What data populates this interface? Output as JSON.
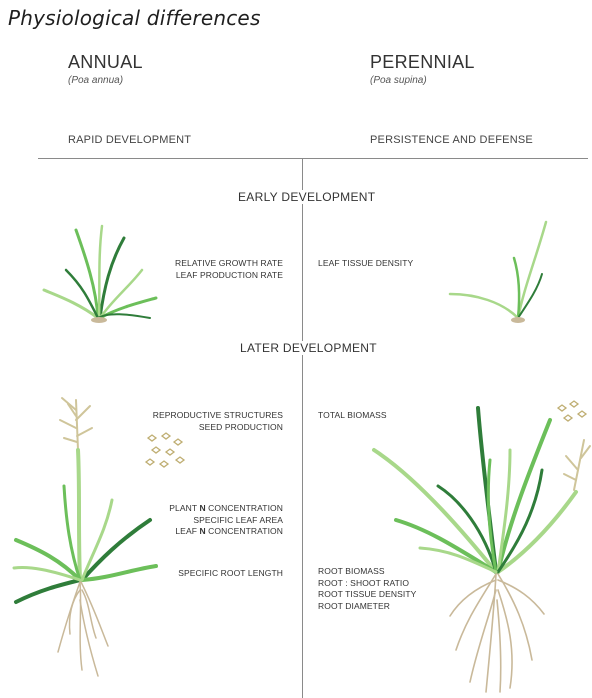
{
  "title": "Physiological differences",
  "annual": {
    "heading": "ANNUAL",
    "species": "(Poa annua)",
    "theme": "RAPID DEVELOPMENT"
  },
  "perennial": {
    "heading": "PERENNIAL",
    "species": "(Poa supina)",
    "theme": "PERSISTENCE AND DEFENSE"
  },
  "stages": {
    "early": "EARLY DEVELOPMENT",
    "later": "LATER DEVELOPMENT"
  },
  "early_traits": {
    "annual": [
      "RELATIVE GROWTH RATE",
      "LEAF PRODUCTION RATE"
    ],
    "perennial": [
      "LEAF TISSUE DENSITY"
    ]
  },
  "later_traits": {
    "annual_group1": [
      "REPRODUCTIVE STRUCTURES",
      "SEED PRODUCTION"
    ],
    "annual_group2": [
      {
        "pre": "PLANT ",
        "bold": "N",
        "post": " CONCENTRATION"
      },
      {
        "pre": "SPECIFIC LEAF AREA",
        "bold": "",
        "post": ""
      },
      {
        "pre": "LEAF ",
        "bold": "N",
        "post": " CONCENTRATION"
      }
    ],
    "annual_group3": [
      "SPECIFIC ROOT LENGTH"
    ],
    "perennial_group1": [
      "TOTAL BIOMASS"
    ],
    "perennial_group2": [
      "ROOT BIOMASS",
      "ROOT : SHOOT RATIO",
      "ROOT TISSUE DENSITY",
      "ROOT DIAMETER"
    ]
  },
  "colors": {
    "leaf_light": "#a8d88a",
    "leaf_mid": "#6cbf5a",
    "leaf_dark": "#2f7d3a",
    "root": "#c9b99a",
    "seed": "#cfc59a",
    "divider": "#8a8a8a"
  }
}
